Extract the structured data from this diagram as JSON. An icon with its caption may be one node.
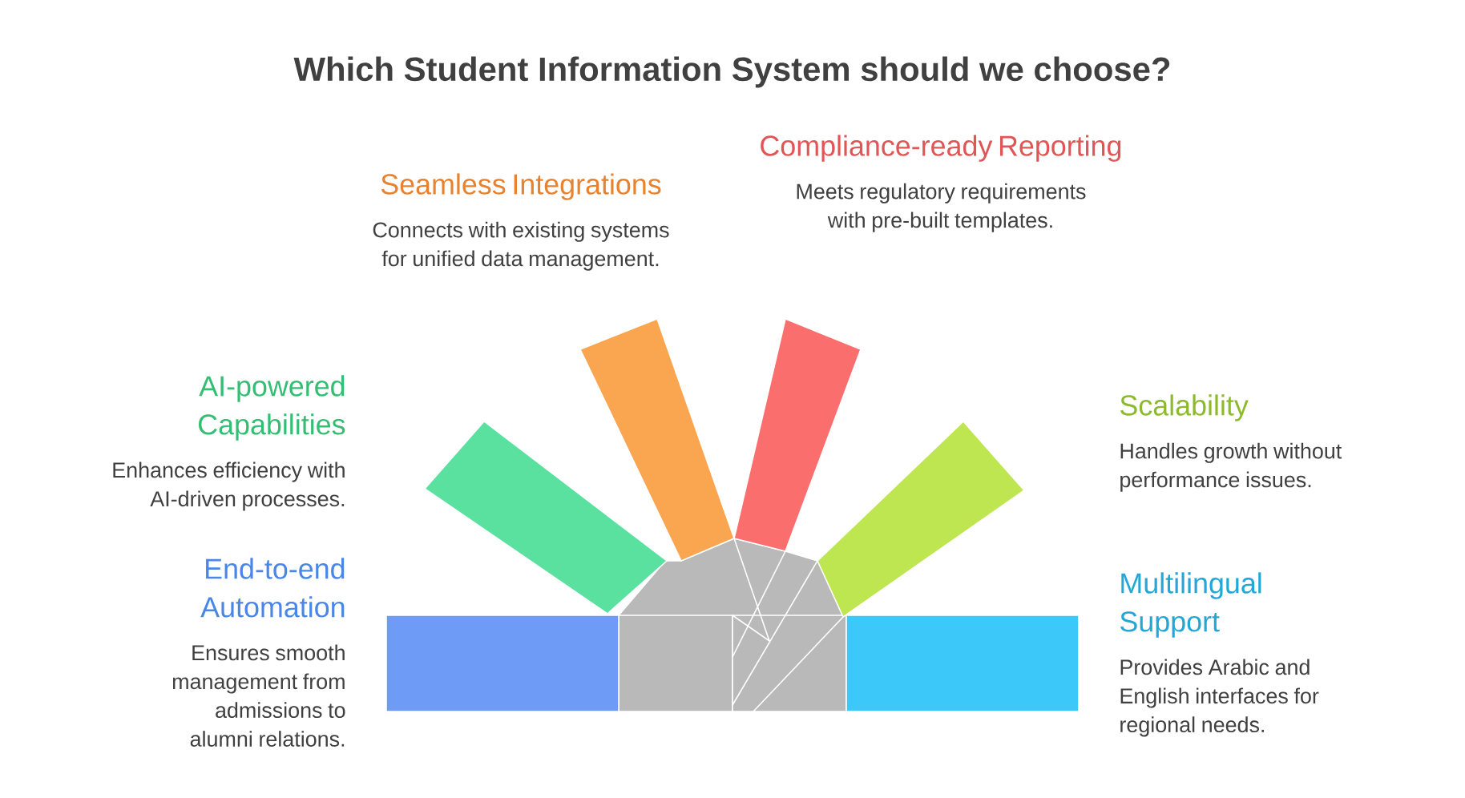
{
  "diagram": {
    "title": "Which Student Information System should we choose?",
    "nodes": [
      {
        "text": [
          "Seamless Integrations",
          "Connects with existing systems for unified data management."
        ]
      },
      {
        "text": [
          "Compliance-ready Reporting",
          "Meets regulatory requirements with pre-built templates."
        ]
      },
      {
        "text": [
          "AI-powered Capabilities",
          "Enhances efficiency with AI-driven processes."
        ]
      },
      {
        "text": [
          "Scalability",
          "Handles growth without performance issues."
        ]
      },
      {
        "text": [
          "End-to-end Automation",
          "Ensures smooth management from admissions to alumni relations."
        ]
      },
      {
        "text": [
          "Multilingual Support",
          "Provides Arabic and English interfaces for regional needs."
        ]
      }
    ],
    "edges": []
  }
}
